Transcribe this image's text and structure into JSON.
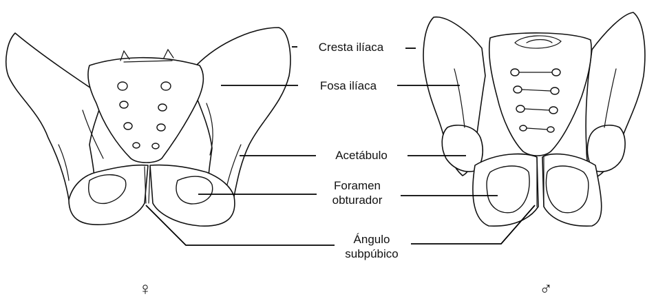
{
  "labels": {
    "crest": "Cresta ilíaca",
    "fossa": "Fosa ilíaca",
    "acetabulum": "Acetábulo",
    "foramen_line1": "Foramen",
    "foramen_line2": "obturador",
    "angle_line1": "Ángulo",
    "angle_line2": "subpúbico"
  },
  "symbols": {
    "female": "♀",
    "male": "♂"
  }
}
